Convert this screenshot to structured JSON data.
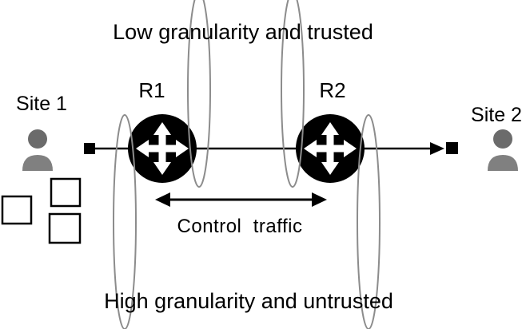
{
  "diagram": {
    "top_label": "Low granularity and trusted",
    "bottom_label": "High granularity and untrusted",
    "control_traffic_label": "Control  traffic",
    "site1_label": "Site 1",
    "site2_label": "Site 2",
    "router1_label": "R1",
    "router2_label": "R2",
    "colors": {
      "background": "#ffffff",
      "router_fill": "#000000",
      "router_arrows": "#ffffff",
      "zone_ellipse_stroke": "#8c8c8c",
      "person_fill": "#808080",
      "person_head_fill": "#6b6b6b",
      "line": "#000000",
      "text": "#000000"
    }
  }
}
